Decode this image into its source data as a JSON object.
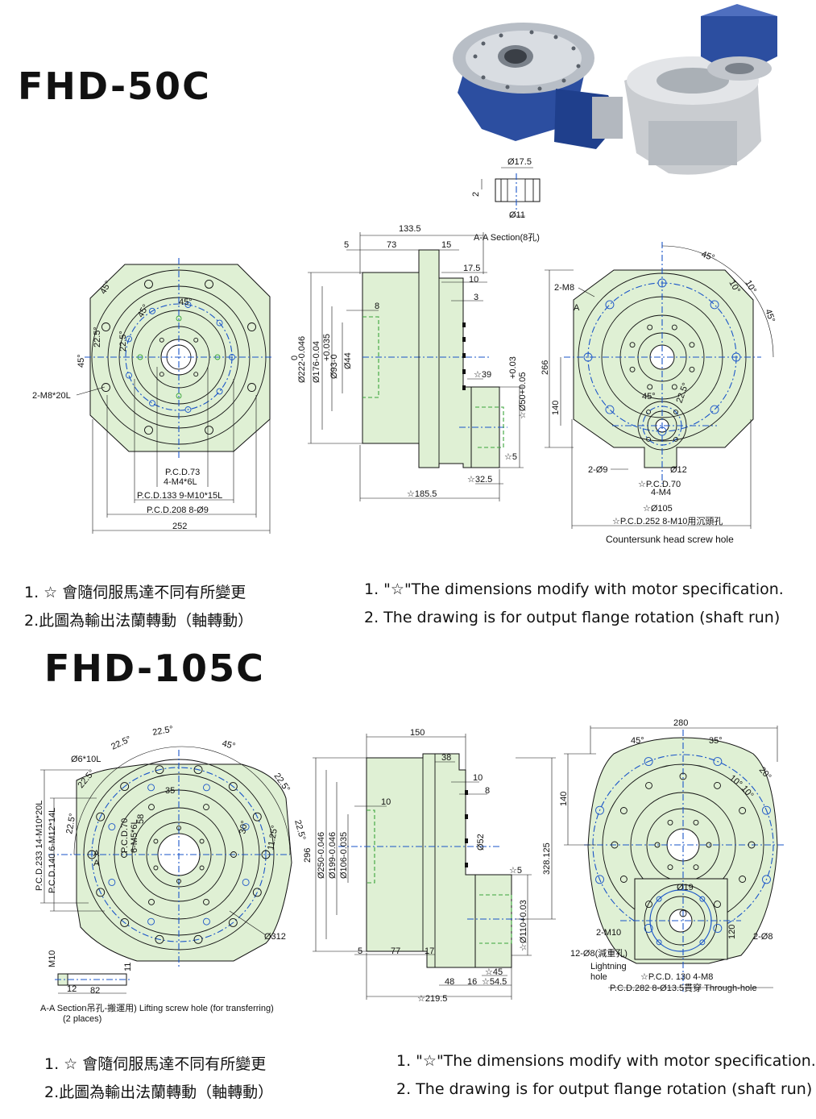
{
  "fhd50": {
    "title": "FHD-50C",
    "dims": {
      "front_left": {
        "a45": "45°",
        "a225": "22.5°",
        "a225b": "22.5°",
        "a45b": "45°",
        "a45c": "45°",
        "a45d": "45°",
        "m8": "2-M8*20L",
        "pcd73": "P.C.D.73",
        "m4": "4-M4*6L",
        "pcd133": "P.C.D.133 9-M10*15L",
        "pcd208": "P.C.D.208 8-Ø9",
        "w252": "252"
      },
      "side": {
        "l1335": "133.5",
        "l5": "5",
        "l73": "73",
        "l15": "15",
        "l175": "17.5",
        "l10": "10",
        "l3": "3",
        "l8": "8",
        "d222": "Ø222-0.046",
        "d222z": "0",
        "d176": "Ø176-0.04",
        "d93": "Ø93-0",
        "d93t": "+0.035",
        "d44": "Ø44",
        "s39": "☆39",
        "s50": "☆Ø50+0.05",
        "s50t": "+0.03",
        "s5": "☆5",
        "s325": "☆32.5",
        "s1855": "☆185.5"
      },
      "section": {
        "d175": "Ø17.5",
        "h2": "2",
        "d11": "Ø11",
        "label": "A-A Section(8孔)"
      },
      "front_right": {
        "a45": "45°",
        "a10a": "10°",
        "a10b": "10°",
        "a45b": "45°",
        "m8": "2-M8",
        "a": "A",
        "h266": "266",
        "h140": "140",
        "a45c": "45°",
        "a225": "22.5°",
        "d9": "2-Ø9",
        "d12": "Ø12",
        "pcd70": "☆P.C.D.70",
        "m4": "4-M4",
        "d105": "☆Ø105",
        "pcd252": "☆P.C.D.252 8-M10用沉頭孔",
        "csk": "Countersunk head screw hole"
      }
    },
    "notes_zh": [
      "1. ☆ 會隨伺服馬達不同有所變更",
      "2.此圖為輸出法蘭轉動（軸轉動）"
    ],
    "notes_en": [
      "1. \"☆\"The dimensions modify with motor specification.",
      "2. The drawing is for output flange rotation (shaft run)"
    ]
  },
  "fhd105": {
    "title": "FHD-105C",
    "dims": {
      "front_left": {
        "a225a": "22.5°",
        "a225b": "22.5°",
        "a45": "45°",
        "d6": "Ø6*10L",
        "a225c": "22.5°",
        "a225d": "22.5°",
        "a225e": "22.5°",
        "a225f": "22.5°",
        "l35": "35",
        "l58": "58",
        "pcd70": "P.C.D.70",
        "m5": "6-M5*6L",
        "a30": "30°",
        "a1125": "11.25°",
        "aa": "A",
        "ab": "A",
        "pcd233": "P.C.D.233 14-M10*20L",
        "pcd140": "P.C.D.140 6-M12*14L",
        "d312": "Ø312"
      },
      "section": {
        "m10": "M10",
        "l12": "12",
        "l82": "82",
        "l11": "11",
        "label": "A-A Section吊孔-搬運用) Lifting screw hole (for transferring)",
        "label2": "(2 places)"
      },
      "side": {
        "l150": "150",
        "l38": "38",
        "l10": "10",
        "l8": "8",
        "l10b": "10",
        "d52": "Ø52",
        "h296": "296",
        "d250": "Ø250-0.046",
        "d199": "Ø199-0.046",
        "d106": "Ø106-0.035",
        "s5": "☆5",
        "h328": "328.125",
        "s110": "☆Ø110+0.03",
        "l5": "5",
        "l77": "77",
        "l17": "17",
        "l48": "48",
        "s16": "16",
        "s545": "☆54.5",
        "s45": "☆45",
        "s2195": "☆219.5"
      },
      "front_right": {
        "w280": "280",
        "a45": "45°",
        "a35": "35°",
        "a20": "20°",
        "a10a": "10°",
        "a10b": "10°",
        "h140": "140",
        "d19": "Ø19",
        "m10": "2-M10",
        "d8": "2-Ø8",
        "h120": "120",
        "r8": "12-Ø8(減重孔)",
        "lh": "Lightning",
        "lh2": "hole",
        "pcd130": "☆P.C.D. 130 4-M8",
        "pcd282": "P.C.D.282 8-Ø13.5貫穿 Through-hole"
      }
    },
    "notes_zh": [
      "1. ☆ 會隨伺服馬達不同有所變更",
      "2.此圖為輸出法蘭轉動（軸轉動）"
    ],
    "notes_en": [
      "1. \"☆\"The dimensions modify with motor specification.",
      "2. The drawing is for output flange rotation (shaft run)"
    ]
  },
  "colors": {
    "body": "#dff0d4",
    "centerline": "#1a55c8",
    "hidden": "#3aa43a",
    "housing_blue": "#2c4ea0",
    "steel": "#c9ccd0"
  }
}
